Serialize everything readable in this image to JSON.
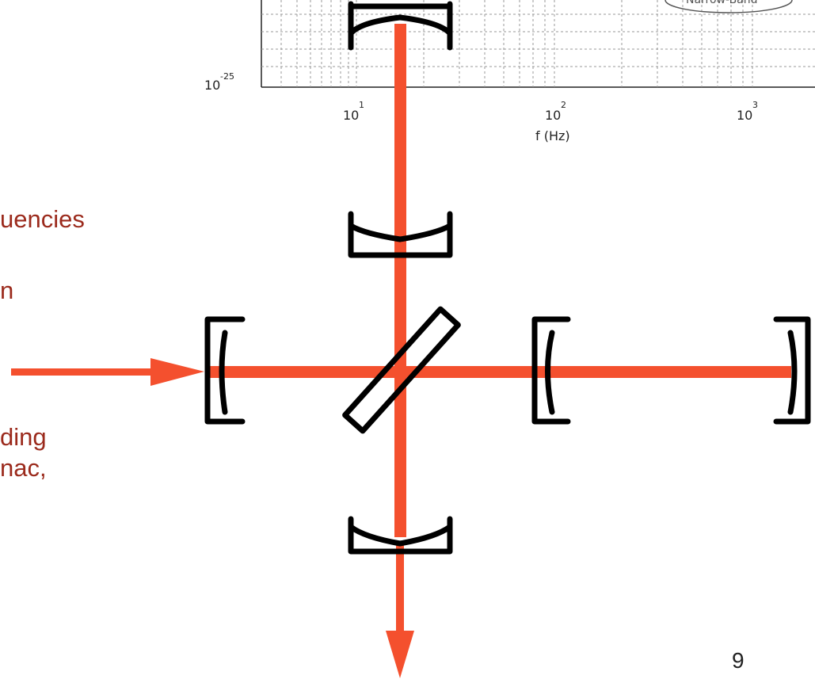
{
  "slide": {
    "text_lines": [
      "uencies",
      "n",
      "ding",
      "nac,"
    ],
    "page_number": "9"
  },
  "plot": {
    "y_tick": {
      "base": "10",
      "exp": "-25"
    },
    "x_ticks": [
      {
        "base": "10",
        "exp": "1"
      },
      {
        "base": "10",
        "exp": "2"
      },
      {
        "base": "10",
        "exp": "3"
      }
    ],
    "x_label": "f (Hz)",
    "oval_label": "Narrow-Band"
  },
  "colors": {
    "beam": "#f4502e",
    "text": "#9b2a1c",
    "optic": "#000000"
  }
}
